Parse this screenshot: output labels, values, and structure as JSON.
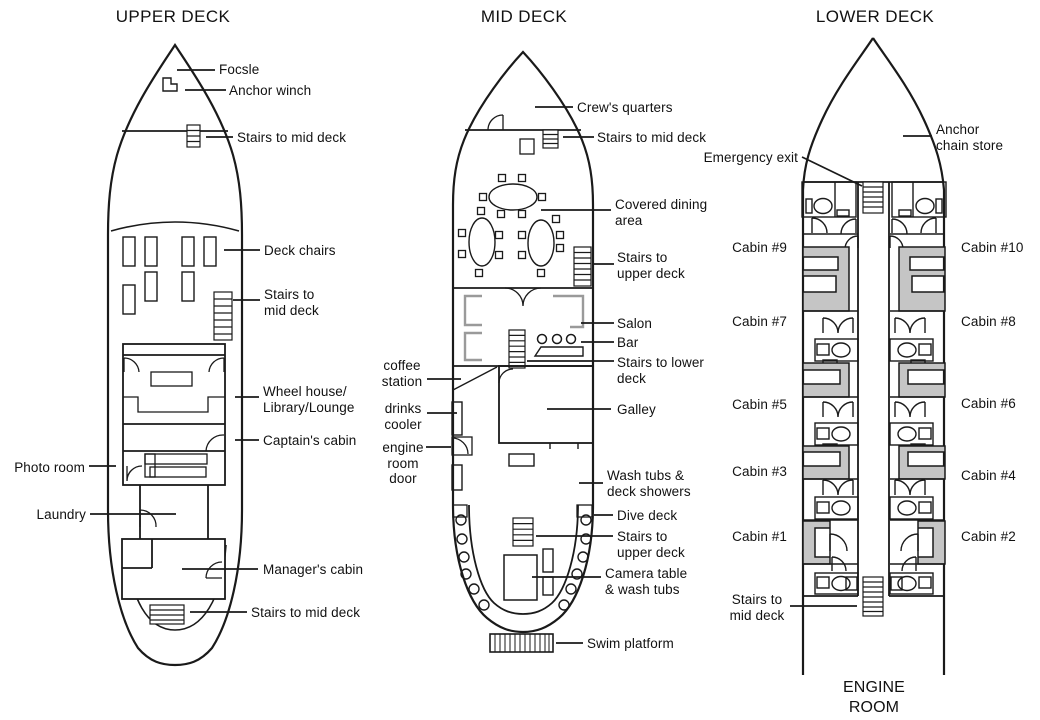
{
  "diagram": {
    "background": "#ffffff",
    "line_color": "#1a1a1a",
    "bunk_fill": "#c5c5c5",
    "sofa_stroke": "#9a9a9a",
    "upper": {
      "title": "UPPER DECK",
      "focsle": "Focsle",
      "anchor_winch": "Anchor winch",
      "stairs_bow": "Stairs to mid deck",
      "deck_chairs": "Deck chairs",
      "stairs_mid": "Stairs to\nmid deck",
      "wheel_house": "Wheel house/\nLibrary/Lounge",
      "captains_cabin": "Captain's cabin",
      "photo_room": "Photo room",
      "laundry": "Laundry",
      "managers_cabin": "Manager's cabin",
      "stairs_stern": "Stairs to mid deck"
    },
    "mid": {
      "title": "MID DECK",
      "crews_quarters": "Crew's quarters",
      "stairs_bow": "Stairs to mid deck",
      "covered_dining": "Covered dining\narea",
      "stairs_upper_bow": "Stairs to\nupper deck",
      "salon": "Salon",
      "bar": "Bar",
      "stairs_lower": "Stairs to lower\ndeck",
      "coffee_station": "coffee\nstation",
      "drinks_cooler": "drinks\ncooler",
      "engine_room_door": "engine\nroom\ndoor",
      "galley": "Galley",
      "wash_tubs": "Wash tubs &\ndeck showers",
      "dive_deck": "Dive deck",
      "stairs_upper_stern": "Stairs to\nupper deck",
      "camera_table": "Camera table\n& wash tubs",
      "swim_platform": "Swim platform"
    },
    "lower": {
      "title": "LOWER DECK",
      "anchor_chain": "Anchor\nchain store",
      "emergency_exit": "Emergency exit",
      "cabin9": "Cabin #9",
      "cabin10": "Cabin #10",
      "cabin7": "Cabin #7",
      "cabin8": "Cabin #8",
      "cabin5": "Cabin #5",
      "cabin6": "Cabin #6",
      "cabin3": "Cabin #3",
      "cabin4": "Cabin #4",
      "cabin1": "Cabin #1",
      "cabin2": "Cabin #2",
      "stairs_stern": "Stairs to\nmid deck",
      "engine_room": "ENGINE\nROOM"
    }
  }
}
